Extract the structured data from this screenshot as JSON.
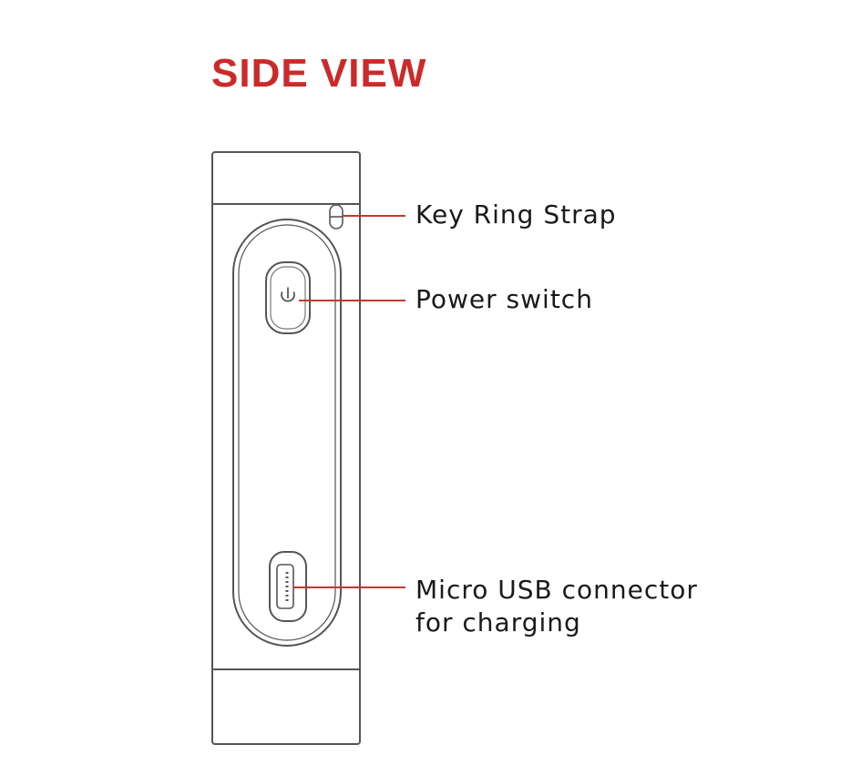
{
  "title": "SIDE VIEW",
  "colors": {
    "title": "#cc2a2a",
    "leader_line": "#c0392b",
    "outline": "#555555"
  },
  "icons": {
    "power": "power-symbol-icon",
    "usb": "micro-usb-port-icon",
    "strap": "key-ring-strap-icon"
  },
  "callouts": {
    "key_ring": "Key Ring Strap",
    "power": "Power switch",
    "usb_line1": "Micro USB connector",
    "usb_line2": "for charging"
  }
}
